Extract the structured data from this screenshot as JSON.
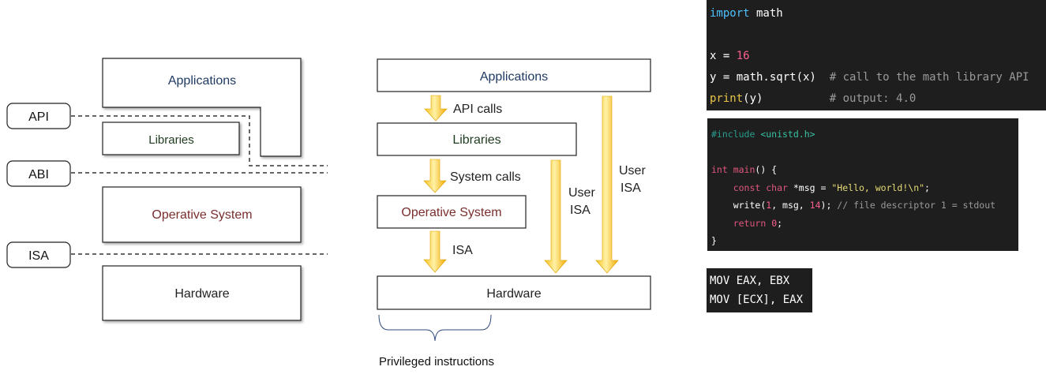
{
  "left_diagram": {
    "layers": {
      "applications": "Applications",
      "libraries": "Libraries",
      "os": "Operative System",
      "hardware": "Hardware"
    },
    "interfaces": {
      "api": "API",
      "abi": "ABI",
      "isa": "ISA"
    }
  },
  "middle_diagram": {
    "layers": {
      "applications": "Applications",
      "libraries": "Libraries",
      "os": "Operative System",
      "hardware": "Hardware"
    },
    "arrows": {
      "api_calls": "API calls",
      "system_calls": "System calls",
      "isa": "ISA",
      "user_isa_1_line1": "User",
      "user_isa_1_line2": "ISA",
      "user_isa_2_line1": "User",
      "user_isa_2_line2": "ISA"
    },
    "brace_label": "Privileged instructions"
  },
  "code_python": {
    "l1_kw": "import",
    "l1_rest": " math",
    "l3_a": "x = ",
    "l3_num": "16",
    "l4_a": "y = math.sqrt(x)  ",
    "l4_comment": "# call to the math library API",
    "l5_fn": "print",
    "l5_rest": "(y)          ",
    "l5_comment": "# output: 4.0"
  },
  "code_c": {
    "l1_a": "#include ",
    "l1_b": "<unistd.h>",
    "l3_kw": "int",
    "l3_fn": " main",
    "l3_rest": "() {",
    "l4_indent": "    ",
    "l4_kw": "const char",
    "l4_rest": " *msg = ",
    "l4_str": "\"Hello, world!\\n\"",
    "l4_end": ";",
    "l5_indent": "    ",
    "l5_a": "write(",
    "l5_n1": "1",
    "l5_b": ", msg, ",
    "l5_n2": "14",
    "l5_c": "); ",
    "l5_comment": "// file descriptor 1 = stdout",
    "l6_indent": "    ",
    "l6_kw": "return",
    "l6_sp": " ",
    "l6_num": "0",
    "l6_end": ";",
    "l7": "}"
  },
  "code_asm": {
    "l1": "MOV EAX, EBX",
    "l2": "MOV [ECX], EAX"
  },
  "colors": {
    "applications_text": "#1f3b63",
    "libraries_text": "#1f3b1f",
    "os_text": "#7a2e2e",
    "arrow_light": "#fde58a",
    "arrow_dark": "#f0a500"
  }
}
